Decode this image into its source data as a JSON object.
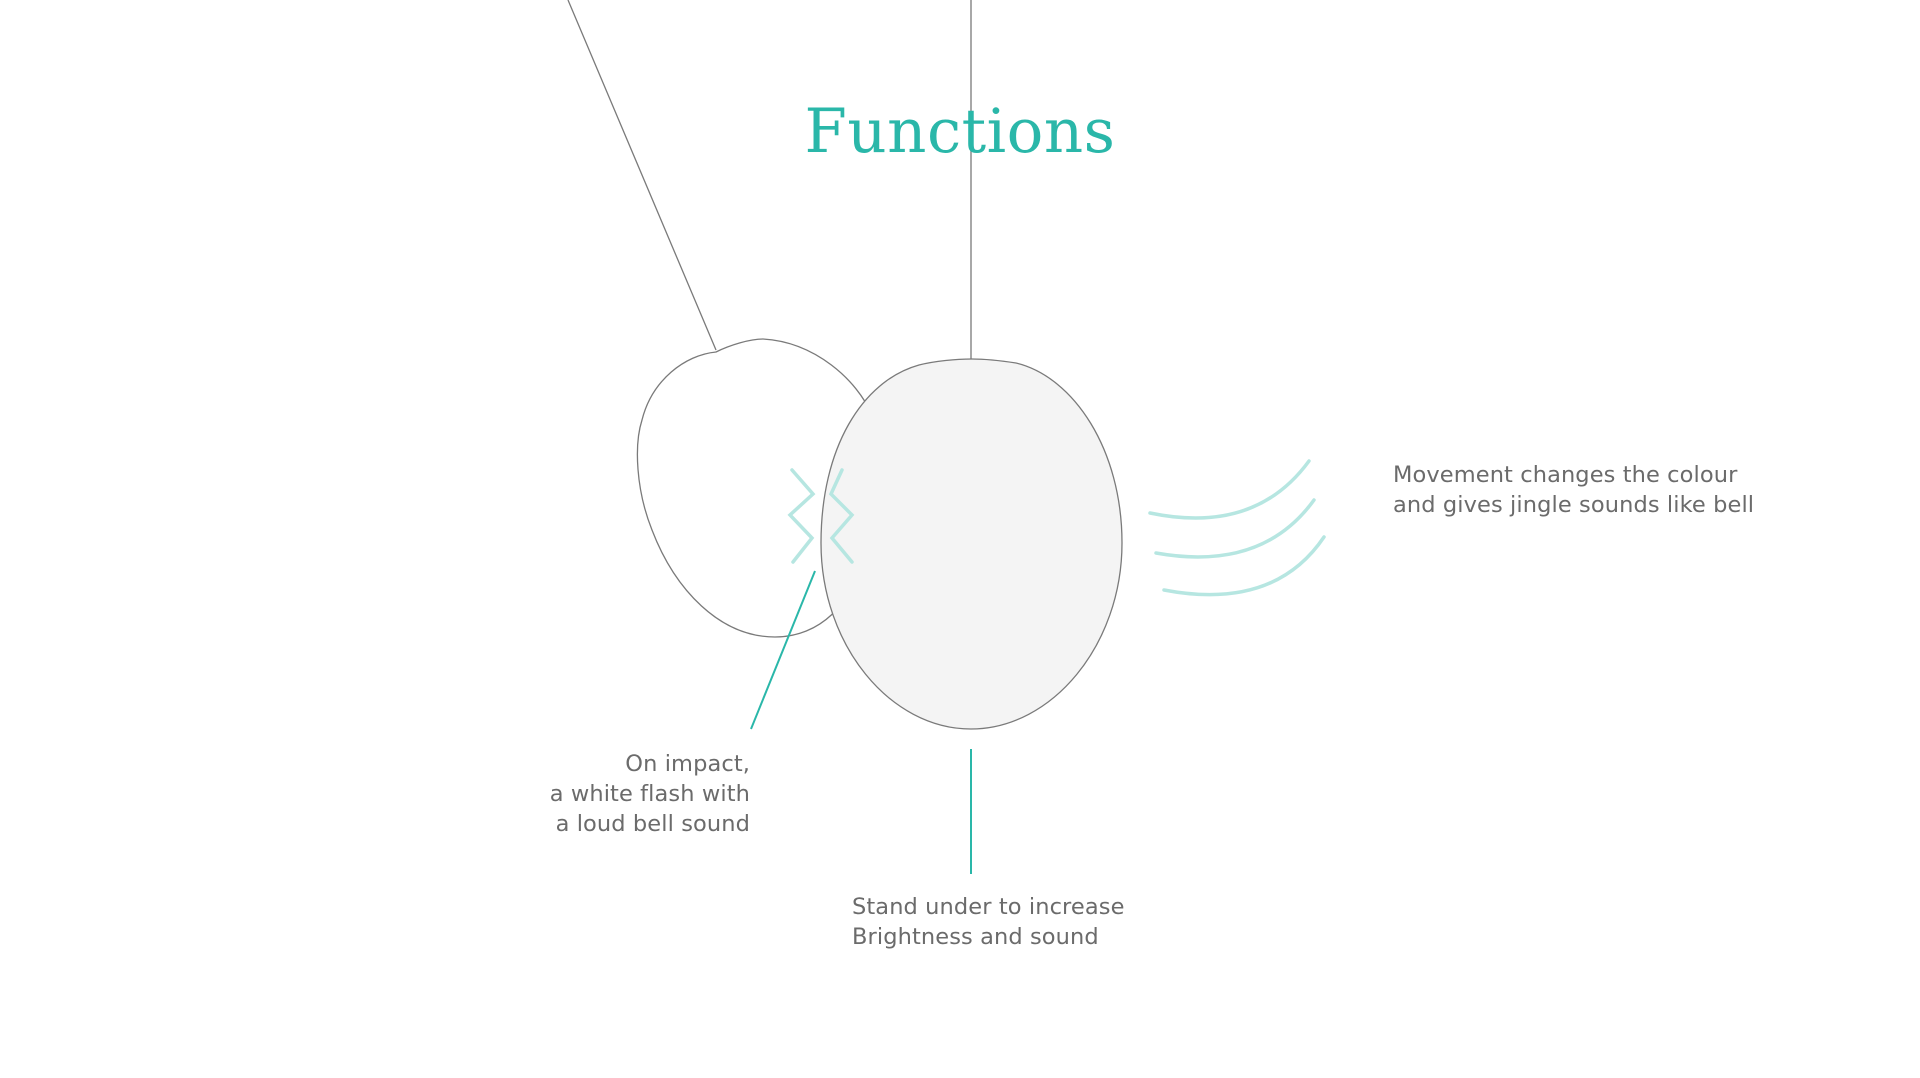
{
  "title": "Functions",
  "colors": {
    "accent": "#2ab7a9",
    "accent_light": "#b6e6e1",
    "text": "#6b6b6b",
    "outline": "#7a7a7a",
    "pendant_fill": "#f4f4f4"
  },
  "callouts": {
    "impact": {
      "lines": [
        "On impact,",
        "a white flash with",
        "a loud bell sound"
      ]
    },
    "movement": {
      "lines": [
        "Movement changes the colour",
        "and gives jingle sounds like bell"
      ]
    },
    "stand": {
      "lines": [
        "Stand under to increase",
        "Brightness and sound"
      ]
    }
  },
  "icons": {
    "impact": "zigzag-flash-icon",
    "movement": "sound-wave-icon"
  }
}
